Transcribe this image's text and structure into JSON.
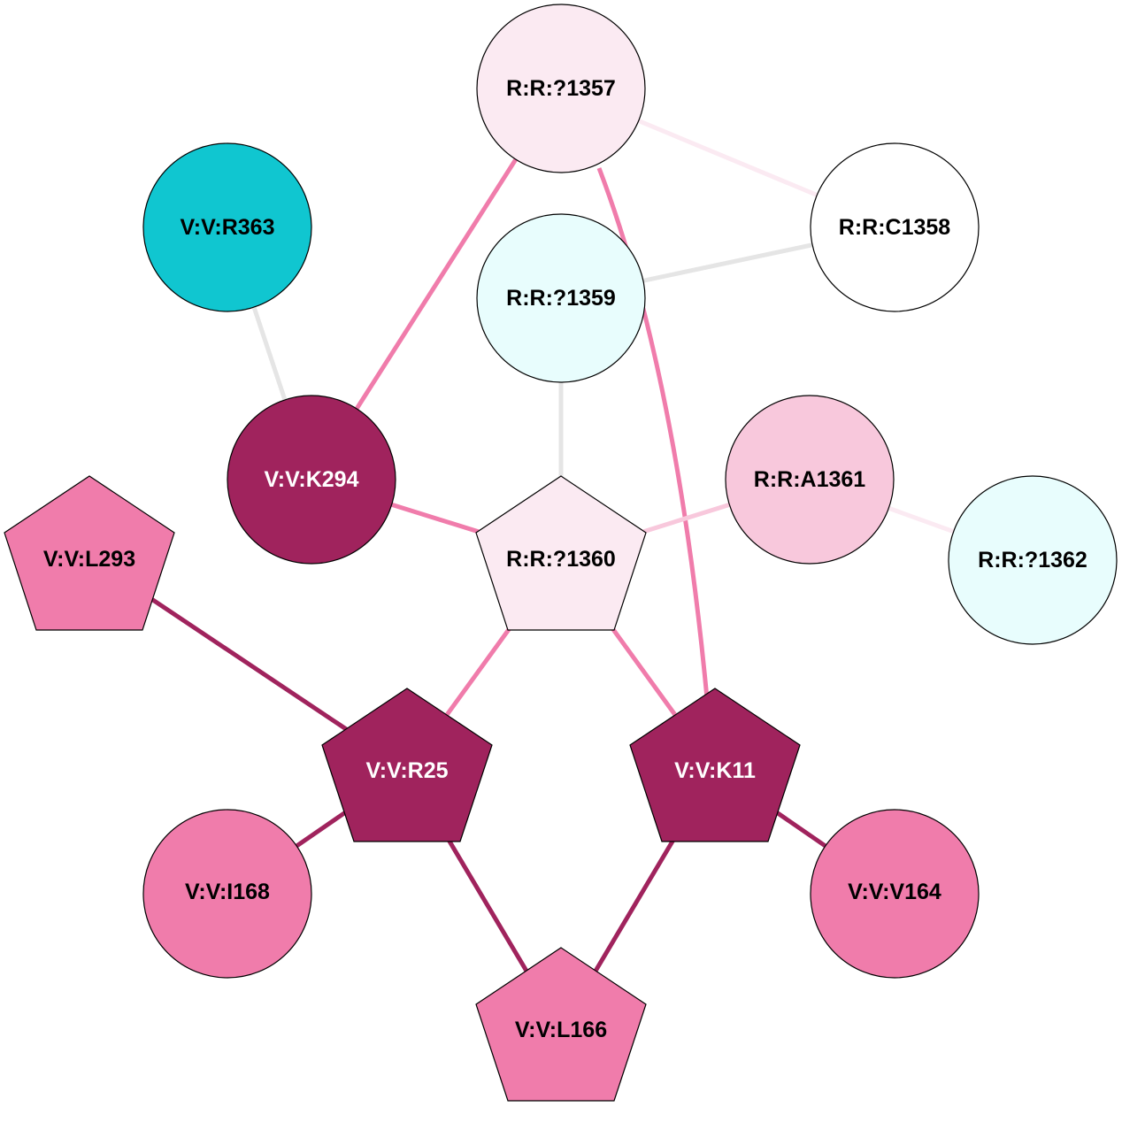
{
  "colors": {
    "teal": "#10c6d0",
    "dark_magenta": "#a0235d",
    "pink": "#f07cab",
    "light_pink": "#f8c8dc",
    "pale_pink": "#fbeaf2",
    "pale_cyan": "#e8fdfd",
    "white": "#ffffff",
    "grey_edge": "#e5e5e5"
  },
  "nodes": {
    "n1357": "R:R:?1357",
    "n1358": "R:R:C1358",
    "r363": "V:V:R363",
    "n1359": "R:R:?1359",
    "k294": "V:V:K294",
    "a1361": "R:R:A1361",
    "n1360": "R:R:?1360",
    "l293": "V:V:L293",
    "n1362": "R:R:?1362",
    "r25": "V:V:R25",
    "k11": "V:V:K11",
    "i168": "V:V:I168",
    "v164": "V:V:V164",
    "l166": "V:V:L166"
  }
}
